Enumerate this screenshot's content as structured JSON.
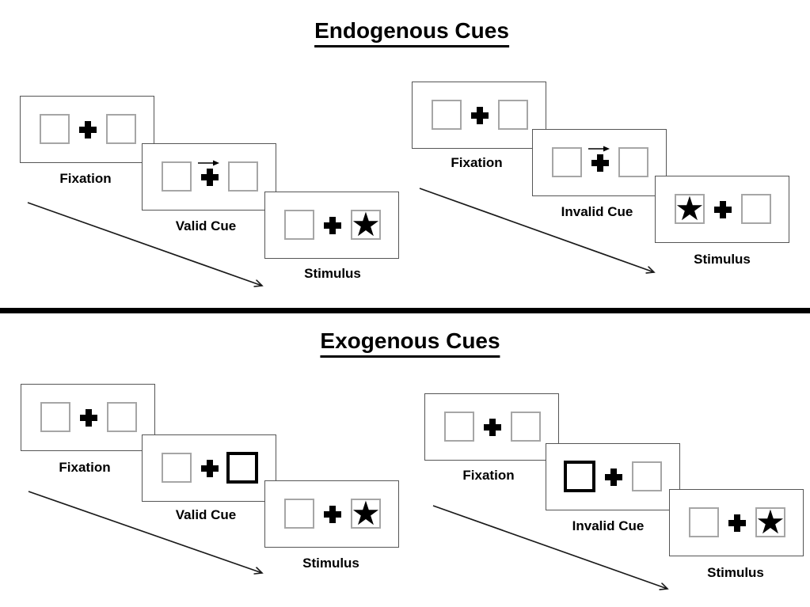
{
  "sections": [
    {
      "title": "Endogenous Cues"
    },
    {
      "title": "Exogenous Cues"
    }
  ],
  "groups": [
    {
      "condition": "endogenous-valid",
      "panels": [
        {
          "label": "Fixation",
          "type": "fixation"
        },
        {
          "label": "Valid Cue",
          "type": "endogenous-cue",
          "cue": "central-arrow-right"
        },
        {
          "label": "Stimulus",
          "type": "stimulus",
          "target": "star-right"
        }
      ]
    },
    {
      "condition": "endogenous-invalid",
      "panels": [
        {
          "label": "Fixation",
          "type": "fixation"
        },
        {
          "label": "Invalid Cue",
          "type": "endogenous-cue",
          "cue": "central-arrow-right"
        },
        {
          "label": "Stimulus",
          "type": "stimulus",
          "target": "star-left"
        }
      ]
    },
    {
      "condition": "exogenous-valid",
      "panels": [
        {
          "label": "Fixation",
          "type": "fixation"
        },
        {
          "label": "Valid Cue",
          "type": "exogenous-cue",
          "cue": "peripheral-box-right"
        },
        {
          "label": "Stimulus",
          "type": "stimulus",
          "target": "star-right"
        }
      ]
    },
    {
      "condition": "exogenous-invalid",
      "panels": [
        {
          "label": "Fixation",
          "type": "fixation"
        },
        {
          "label": "Invalid Cue",
          "type": "exogenous-cue",
          "cue": "peripheral-box-left"
        },
        {
          "label": "Stimulus",
          "type": "stimulus",
          "target": "star-right"
        }
      ]
    }
  ],
  "icons": {
    "star": "★",
    "fixation_cross": "plus",
    "cue_arrow": "right-arrow"
  },
  "colors": {
    "ink": "#000000",
    "panel_border": "#555555",
    "box_border": "#a6a6a6",
    "highlight_border": "#000000",
    "divider": "#000000",
    "background": "#ffffff"
  }
}
